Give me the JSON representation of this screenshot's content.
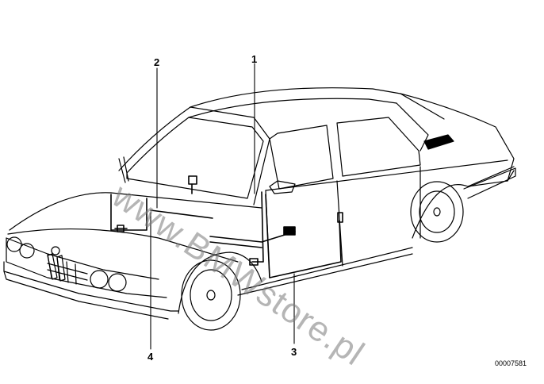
{
  "callouts": [
    {
      "id": "1",
      "label": "1"
    },
    {
      "id": "2",
      "label": "2"
    },
    {
      "id": "3",
      "label": "3"
    },
    {
      "id": "4",
      "label": "4"
    }
  ],
  "part_number": "00007581",
  "watermark": "www.BMWstore.pl",
  "colors": {
    "line": "#000000",
    "background": "#ffffff",
    "watermark": "#7a7a7a"
  }
}
